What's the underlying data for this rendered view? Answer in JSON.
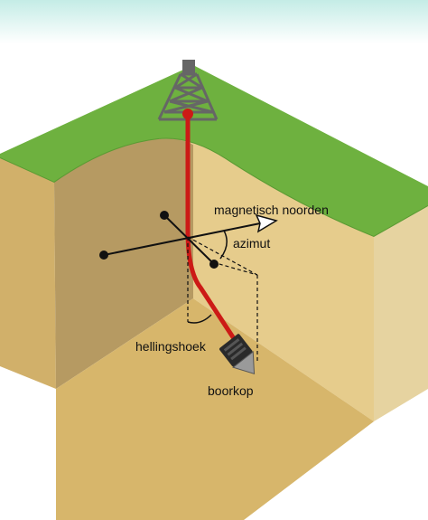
{
  "labels": {
    "magnetic_north": "magnetisch noorden",
    "azimuth": "azimut",
    "inclination": "hellingshoek",
    "drill_head": "boorkop"
  },
  "icons": [
    "drilling-rig-icon",
    "drill-bit-icon"
  ],
  "colors": {
    "sky_top": "#c4ece6",
    "grass": "#6eb13f",
    "grass_dark": "#5a9a33",
    "soil_left_wall": "#b69a62",
    "soil_back_wall": "#e6cc8c",
    "soil_floor": "#d7b66b",
    "soil_cut_face_left": "#d1b06a",
    "soil_cut_face_right": "#e6d3a0",
    "borehole": "#cc1a16",
    "rig_frame": "#666666",
    "axis_lines": "#111111"
  }
}
